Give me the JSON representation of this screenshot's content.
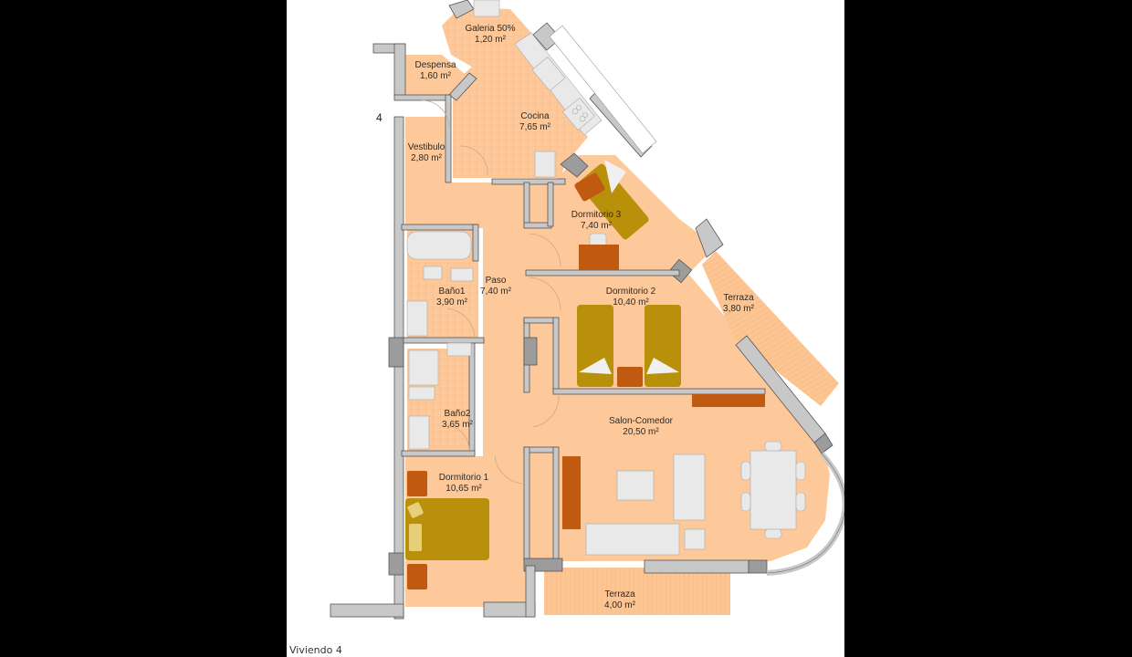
{
  "plan": {
    "caption": "Viviendo 4",
    "unit_number": "4",
    "colors": {
      "floor": "#fdc99a",
      "wall": "#c8c8c8",
      "wall_dark": "#9c9c9c",
      "wall_outline": "#555555",
      "terrace": "#fcc592",
      "bed": "#b8900a",
      "furniture_brown": "#c05a10",
      "fixture": "#e8e8e8",
      "background": "#ffffff"
    },
    "rooms": [
      {
        "name": "Galeria 50%",
        "area": "1,20 m²"
      },
      {
        "name": "Despensa",
        "area": "1,60 m²"
      },
      {
        "name": "Cocina",
        "area": "7,65 m²"
      },
      {
        "name": "Vestibulo",
        "area": "2,80 m²"
      },
      {
        "name": "Dormitorio 3",
        "area": "7,40 m²"
      },
      {
        "name": "Paso",
        "area": "7,40 m²"
      },
      {
        "name": "Baño1",
        "area": "3,90 m²"
      },
      {
        "name": "Dormitorio 2",
        "area": "10,40 m²"
      },
      {
        "name": "Terraza",
        "area": "3,80 m²"
      },
      {
        "name": "Baño2",
        "area": "3,65 m²"
      },
      {
        "name": "Salon-Comedor",
        "area": "20,50 m²"
      },
      {
        "name": "Dormitorio 1",
        "area": "10,65 m²"
      },
      {
        "name": "Terraza",
        "area": "4,00 m²"
      }
    ]
  }
}
